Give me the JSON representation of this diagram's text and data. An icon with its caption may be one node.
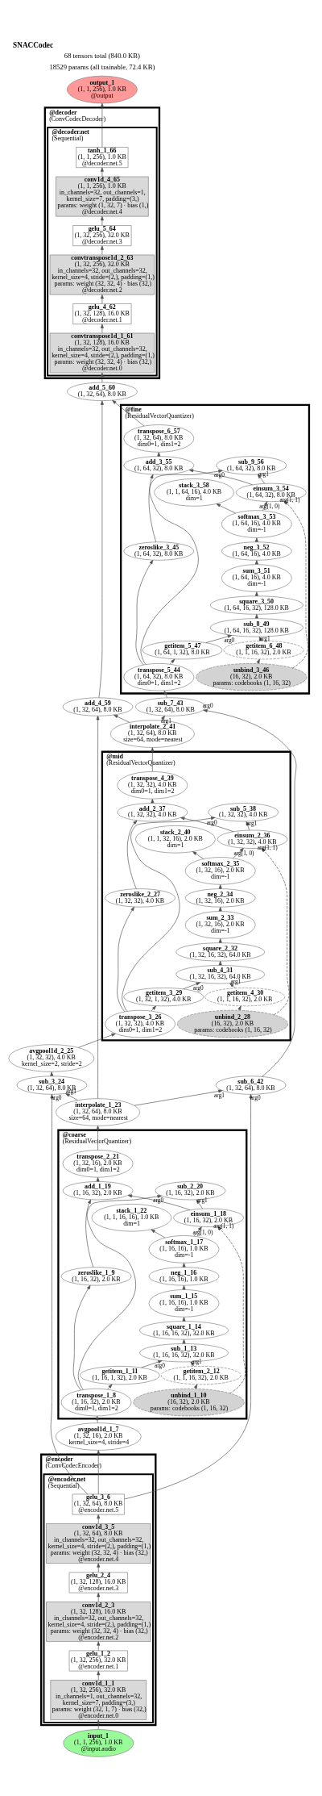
{
  "diagram": {
    "title": "SNACCodec",
    "labels": [
      "68 tensors total (840.0 KB)",
      "18529 params (all trainable, 72.4 KB)"
    ],
    "nodes": [
      {
        "text": [
          "output_1",
          "(1, 1, 256), 1.0 KB",
          "@output"
        ]
      },
      {
        "text": [
          "@decoder",
          "(ConvCodecDecoder)"
        ]
      },
      {
        "text": [
          "@decoder.net",
          "(Sequential)"
        ],
        "in": 1
      },
      {
        "text": [
          "tanh_1_66",
          "(1, 1, 256), 1.0 KB",
          "@decoder.net.5"
        ],
        "in": 2
      },
      {
        "text": [
          "conv1d_4_65",
          "(1, 1, 256), 1.0 KB",
          "in_channels=32, out_channels=1, kernel_size=7, padding=(3,)",
          "params: weight (1, 32, 7) · bias (1,)",
          "@decoder.net.4"
        ],
        "in": 2
      },
      {
        "text": [
          "gelu_5_64",
          "(1, 32, 256), 32.0 KB",
          "@decoder.net.3"
        ],
        "in": 2
      },
      {
        "text": [
          "convtranspose1d_2_63",
          "(1, 32, 256), 32.0 KB",
          "in_channels=32, out_channels=32, kernel_size=4, stride=(2,), padding=(1,)",
          "params: weight (32, 32, 4) · bias (32,)",
          "@decoder.net.2"
        ],
        "in": 2
      },
      {
        "text": [
          "gelu_4_62",
          "(1, 32, 128), 16.0 KB",
          "@decoder.net.1"
        ],
        "in": 2
      },
      {
        "text": [
          "convtranspose1d_1_61",
          "(1, 32, 128), 16.0 KB",
          "in_channels=32, out_channels=32, kernel_size=4, stride=(2,), padding=(1,)",
          "params: weight (32, 32, 4) · bias (32,)",
          "@decoder.net.0"
        ],
        "in": 2
      },
      {
        "text": [
          "add_5_60",
          "(1, 32, 64), 8.0 KB"
        ]
      },
      {
        "text": [
          "@fine",
          "(ResidualVectorQuantizer)"
        ]
      },
      {
        "text": [
          "transpose_6_57",
          "(1, 32, 64), 8.0 KB",
          "dim0=1, dim1=2"
        ],
        "in": 10
      },
      {
        "text": [
          "add_3_55",
          "(1, 64, 32), 8.0 KB"
        ],
        "in": 10
      },
      {
        "text": [
          "sub_9_56",
          "(1, 64, 32), 8.0 KB"
        ],
        "in": 10
      },
      {
        "text": [
          "einsum_3_54",
          "(1, 64, 32), 8.0 KB"
        ],
        "in": 10
      },
      {
        "text": [
          "stack_3_58",
          "(1, 1, 64, 16), 4.0 KB",
          "dim=1"
        ],
        "in": 10
      },
      {
        "text": [
          "softmax_3_53",
          "(1, 64, 16), 4.0 KB",
          "dim=-1"
        ],
        "in": 10
      },
      {
        "text": [
          "neg_3_52",
          "(1, 64, 16), 4.0 KB"
        ],
        "in": 10
      },
      {
        "text": [
          "sum_3_51",
          "(1, 64, 16), 4.0 KB",
          "dim=-1"
        ],
        "in": 10
      },
      {
        "text": [
          "square_3_50",
          "(1, 64, 16, 32), 128.0 KB"
        ],
        "in": 10
      },
      {
        "text": [
          "sub_8_49",
          "(1, 64, 16, 32), 128.0 KB"
        ],
        "in": 10
      },
      {
        "text": [
          "getitem_6_48",
          "(1, 1, 16, 32), 2.0 KB"
        ],
        "in": 10
      },
      {
        "text": [
          "getitem_5_47",
          "(1, 64, 1, 32), 8.0 KB"
        ],
        "in": 10
      },
      {
        "text": [
          "zeroslike_3_45",
          "(1, 64, 32), 8.0 KB"
        ],
        "in": 10
      },
      {
        "text": [
          "unbind_3_46",
          "(16, 32), 2.0 KB",
          "params: codebooks (1, 16, 32)"
        ],
        "in": 10
      },
      {
        "text": [
          "transpose_5_44",
          "(1, 64, 32), 8.0 KB",
          "dim0=1, dim1=2"
        ],
        "in": 10
      },
      {
        "text": [
          "sub_7_43",
          "(1, 32, 64), 8.0 KB"
        ]
      },
      {
        "text": [
          "add_4_59",
          "(1, 32, 64), 8.0 KB"
        ]
      },
      {
        "text": [
          "interpolate_2_41",
          "(1, 32, 64), 8.0 KB",
          "size=64, mode=nearest"
        ]
      },
      {
        "text": [
          "@mid",
          "(ResidualVectorQuantizer)"
        ]
      },
      {
        "text": [
          "transpose_4_39",
          "(1, 32, 32), 4.0 KB",
          "dim0=1, dim1=2"
        ],
        "in": 29
      },
      {
        "text": [
          "sub_5_38",
          "(1, 32, 32), 4.0 KB"
        ],
        "in": 29
      },
      {
        "text": [
          "add_2_37",
          "(1, 32, 32), 4.0 KB"
        ],
        "in": 29
      },
      {
        "text": [
          "einsum_2_36",
          "(1, 32, 32), 4.0 KB"
        ],
        "in": 29
      },
      {
        "text": [
          "stack_2_40",
          "(1, 1, 32, 16), 2.0 KB",
          "dim=1"
        ],
        "in": 29
      },
      {
        "text": [
          "softmax_2_35",
          "(1, 32, 16), 2.0 KB",
          "dim=-1"
        ],
        "in": 29
      },
      {
        "text": [
          "neg_2_34",
          "(1, 32, 16), 2.0 KB"
        ],
        "in": 29
      },
      {
        "text": [
          "sum_2_33",
          "(1, 32, 16), 2.0 KB",
          "dim=-1"
        ],
        "in": 29
      },
      {
        "text": [
          "square_2_32",
          "(1, 32, 16, 32), 64.0 KB"
        ],
        "in": 29
      },
      {
        "text": [
          "sub_4_31",
          "(1, 32, 16, 32), 64.0 KB"
        ],
        "in": 29
      },
      {
        "text": [
          "getitem_4_30",
          "(1, 1, 16, 32), 2.0 KB"
        ],
        "in": 29
      },
      {
        "text": [
          "getitem_3_29",
          "(1, 32, 1, 32), 4.0 KB"
        ],
        "in": 29
      },
      {
        "text": [
          "zeroslike_2_27",
          "(1, 32, 32), 4.0 KB"
        ],
        "in": 29
      },
      {
        "text": [
          "unbind_2_28",
          "(16, 32), 2.0 KB",
          "params: codebooks (1, 16, 32)"
        ],
        "in": 29
      },
      {
        "text": [
          "transpose_3_26",
          "(1, 32, 32), 4.0 KB",
          "dim0=1, dim1=2"
        ],
        "in": 29
      },
      {
        "text": [
          "avgpool1d_2_25",
          "(1, 32, 32), 4.0 KB",
          "kernel_size=2, stride=2"
        ]
      },
      {
        "text": [
          "sub_3_24",
          "(1, 32, 64), 8.0 KB"
        ]
      },
      {
        "text": [
          "sub_6_42",
          "(1, 32, 64), 8.0 KB"
        ]
      },
      {
        "text": [
          "interpolate_1_23",
          "(1, 32, 64), 8.0 KB",
          "size=64, mode=nearest"
        ]
      },
      {
        "text": [
          "@coarse",
          "(ResidualVectorQuantizer)"
        ]
      },
      {
        "text": [
          "transpose_2_21",
          "(1, 32, 16), 2.0 KB",
          "dim0=1, dim1=2"
        ],
        "in": 49
      },
      {
        "text": [
          "sub_2_20",
          "(1, 16, 32), 2.0 KB"
        ],
        "in": 49
      },
      {
        "text": [
          "add_1_19",
          "(1, 16, 32), 2.0 KB"
        ],
        "in": 49
      },
      {
        "text": [
          "einsum_1_18",
          "(1, 16, 32), 2.0 KB"
        ],
        "in": 49
      },
      {
        "text": [
          "stack_1_22",
          "(1, 1, 16, 16), 1.0 KB",
          "dim=1"
        ],
        "in": 49
      },
      {
        "text": [
          "softmax_1_17",
          "(1, 16, 16), 1.0 KB",
          "dim=-1"
        ],
        "in": 49
      },
      {
        "text": [
          "neg_1_16",
          "(1, 16, 16), 1.0 KB"
        ],
        "in": 49
      },
      {
        "text": [
          "sum_1_15",
          "(1, 16, 16), 1.0 KB",
          "dim=-1"
        ],
        "in": 49
      },
      {
        "text": [
          "square_1_14",
          "(1, 16, 16, 32), 32.0 KB"
        ],
        "in": 49
      },
      {
        "text": [
          "sub_1_13",
          "(1, 16, 16, 32), 32.0 KB"
        ],
        "in": 49
      },
      {
        "text": [
          "getitem_2_12",
          "(1, 1, 16, 32), 2.0 KB"
        ],
        "in": 49
      },
      {
        "text": [
          "getitem_1_11",
          "(1, 16, 1, 32), 2.0 KB"
        ],
        "in": 49
      },
      {
        "text": [
          "zeroslike_1_9",
          "(1, 16, 32), 2.0 KB"
        ],
        "in": 49
      },
      {
        "text": [
          "unbind_1_10",
          "(16, 32), 2.0 KB",
          "params: codebooks (1, 16, 32)"
        ],
        "in": 49
      },
      {
        "text": [
          "transpose_1_8",
          "(1, 16, 32), 2.0 KB",
          "dim0=1, dim1=2"
        ],
        "in": 49
      },
      {
        "text": [
          "avgpool1d_1_7",
          "(1, 32, 16), 2.0 KB",
          "kernel_size=4, stride=4"
        ]
      },
      {
        "text": [
          "@encoder",
          "(ConvCodecEncoder)"
        ]
      },
      {
        "text": [
          "@encoder.net",
          "(Sequential)"
        ],
        "in": 66
      },
      {
        "text": [
          "gelu_3_6",
          "(1, 32, 64), 8.0 KB",
          "@encoder.net.5"
        ],
        "in": 67
      },
      {
        "text": [
          "conv1d_3_5",
          "(1, 32, 64), 8.0 KB",
          "in_channels=32, out_channels=32, kernel_size=4, stride=(2,), padding=(1,)",
          "params: weight (32, 32, 4) · bias (32,)",
          "@encoder.net.4"
        ],
        "in": 67
      },
      {
        "text": [
          "gelu_2_4",
          "(1, 32, 128), 16.0 KB",
          "@encoder.net.3"
        ],
        "in": 67
      },
      {
        "text": [
          "conv1d_2_3",
          "(1, 32, 128), 16.0 KB",
          "in_channels=32, out_channels=32, kernel_size=4, stride=(2,), padding=(1,)",
          "params: weight (32, 32, 4) · bias (32,)",
          "@encoder.net.2"
        ],
        "in": 67
      },
      {
        "text": [
          "gelu_1_2",
          "(1, 32, 256), 32.0 KB",
          "@encoder.net.1"
        ],
        "in": 67
      },
      {
        "text": [
          "conv1d_1_1",
          "(1, 32, 256), 32.0 KB",
          "in_channels=1, out_channels=32, kernel_size=7, padding=(3,)",
          "params: weight (32, 1, 7) · bias (32,)",
          "@encoder.net.0"
        ],
        "in": 67
      },
      {
        "text": [
          "input_1",
          "(1, 1, 256), 1.0 KB",
          "@input.audio"
        ]
      }
    ],
    "edges": [
      {
        "from": 74,
        "to": 73,
        "arrow": "to"
      },
      {
        "from": 73,
        "to": 72,
        "arrow": "to"
      },
      {
        "from": 72,
        "to": 71,
        "arrow": "to"
      },
      {
        "from": 71,
        "to": 70,
        "arrow": "to"
      },
      {
        "from": 70,
        "to": 69,
        "arrow": "to"
      },
      {
        "from": 69,
        "to": 68,
        "arrow": "to"
      },
      {
        "from": 68,
        "to": 65,
        "arrow": "to"
      },
      {
        "from": 68,
        "to": 46,
        "arrow": "to",
        "label": "arg0"
      },
      {
        "from": 68,
        "to": 47,
        "arrow": "to",
        "label": "arg0"
      },
      {
        "from": 65,
        "to": 64,
        "arrow": "to"
      },
      {
        "from": 64,
        "to": 61,
        "arrow": "to"
      },
      {
        "from": 64,
        "to": 62,
        "arrow": "to"
      },
      {
        "from": 64,
        "to": 51,
        "arrow": "to",
        "label": "arg0"
      },
      {
        "from": 63,
        "to": 60,
        "arrow": "to",
        "style": "dashed"
      },
      {
        "from": 63,
        "to": 53,
        "arrow": "to",
        "style": "dashed",
        "label": "arg(1, 1)"
      },
      {
        "from": 61,
        "to": 59,
        "arrow": "to",
        "label": "arg0"
      },
      {
        "from": 60,
        "to": 59,
        "arrow": "to",
        "label": "arg1"
      },
      {
        "from": 59,
        "to": 58,
        "arrow": "to"
      },
      {
        "from": 58,
        "to": 57,
        "arrow": "to"
      },
      {
        "from": 57,
        "to": 56,
        "arrow": "to"
      },
      {
        "from": 56,
        "to": 55,
        "arrow": "to"
      },
      {
        "from": 55,
        "to": 53,
        "arrow": "to",
        "label": "arg(1, 0)"
      },
      {
        "from": 55,
        "to": 54,
        "arrow": "to"
      },
      {
        "from": 53,
        "to": 51,
        "arrow": "to",
        "label": "arg1"
      },
      {
        "from": 53,
        "to": 52,
        "arrow": "to"
      },
      {
        "from": 62,
        "to": 52,
        "arrow": "to"
      },
      {
        "from": 52,
        "to": 50,
        "arrow": "to"
      },
      {
        "from": 50,
        "to": 48,
        "arrow": "to"
      },
      {
        "from": 48,
        "to": 46,
        "arrow": "to",
        "label": "arg1"
      },
      {
        "from": 48,
        "to": 47,
        "arrow": "to",
        "label": "arg1"
      },
      {
        "from": 48,
        "to": 27,
        "arrow": "to"
      },
      {
        "from": 46,
        "to": 45,
        "arrow": "to"
      },
      {
        "from": 45,
        "to": 44,
        "arrow": "to"
      },
      {
        "from": 44,
        "to": 41,
        "arrow": "to"
      },
      {
        "from": 44,
        "to": 42,
        "arrow": "to"
      },
      {
        "from": 44,
        "to": 31,
        "arrow": "to",
        "label": "arg0"
      },
      {
        "from": 43,
        "to": 40,
        "arrow": "to",
        "style": "dashed"
      },
      {
        "from": 43,
        "to": 33,
        "arrow": "to",
        "style": "dashed",
        "label": "arg(1, 1)"
      },
      {
        "from": 41,
        "to": 39,
        "arrow": "to",
        "label": "arg0"
      },
      {
        "from": 40,
        "to": 39,
        "arrow": "to",
        "label": "arg1"
      },
      {
        "from": 39,
        "to": 38,
        "arrow": "to"
      },
      {
        "from": 38,
        "to": 37,
        "arrow": "to"
      },
      {
        "from": 37,
        "to": 36,
        "arrow": "to"
      },
      {
        "from": 36,
        "to": 35,
        "arrow": "to"
      },
      {
        "from": 35,
        "to": 33,
        "arrow": "to",
        "label": "arg(1, 0)"
      },
      {
        "from": 35,
        "to": 34,
        "arrow": "to"
      },
      {
        "from": 33,
        "to": 31,
        "arrow": "to",
        "label": "arg1"
      },
      {
        "from": 33,
        "to": 32,
        "arrow": "to"
      },
      {
        "from": 42,
        "to": 32,
        "arrow": "to"
      },
      {
        "from": 32,
        "to": 30,
        "arrow": "to"
      },
      {
        "from": 30,
        "to": 28,
        "arrow": "to"
      },
      {
        "from": 28,
        "to": 27,
        "arrow": "to"
      },
      {
        "from": 28,
        "to": 26,
        "arrow": "to",
        "label": "arg1"
      },
      {
        "from": 47,
        "to": 26,
        "arrow": "to",
        "label": "arg0"
      },
      {
        "from": 26,
        "to": 25,
        "arrow": "to"
      },
      {
        "from": 25,
        "to": 22,
        "arrow": "to"
      },
      {
        "from": 25,
        "to": 23,
        "arrow": "to"
      },
      {
        "from": 25,
        "to": 13,
        "arrow": "to",
        "label": "arg0"
      },
      {
        "from": 24,
        "to": 21,
        "arrow": "to",
        "style": "dashed"
      },
      {
        "from": 24,
        "to": 14,
        "arrow": "to",
        "style": "dashed",
        "label": "arg(1, 1)"
      },
      {
        "from": 22,
        "to": 20,
        "arrow": "to",
        "label": "arg0"
      },
      {
        "from": 21,
        "to": 20,
        "arrow": "to",
        "label": "arg1"
      },
      {
        "from": 20,
        "to": 19,
        "arrow": "to"
      },
      {
        "from": 19,
        "to": 18,
        "arrow": "to"
      },
      {
        "from": 18,
        "to": 17,
        "arrow": "to"
      },
      {
        "from": 17,
        "to": 16,
        "arrow": "to"
      },
      {
        "from": 16,
        "to": 14,
        "arrow": "to",
        "label": "arg(1, 0)"
      },
      {
        "from": 16,
        "to": 15,
        "arrow": "to"
      },
      {
        "from": 14,
        "to": 13,
        "arrow": "to",
        "label": "arg1"
      },
      {
        "from": 14,
        "to": 12,
        "arrow": "to"
      },
      {
        "from": 23,
        "to": 12,
        "arrow": "to"
      },
      {
        "from": 12,
        "to": 11,
        "arrow": "to"
      },
      {
        "from": 11,
        "to": 9,
        "arrow": "to"
      },
      {
        "from": 27,
        "to": 9,
        "arrow": "to"
      },
      {
        "from": 9,
        "to": 8,
        "arrow": "to"
      },
      {
        "from": 8,
        "to": 7,
        "arrow": "to"
      },
      {
        "from": 7,
        "to": 6,
        "arrow": "to"
      },
      {
        "from": 6,
        "to": 5,
        "arrow": "to"
      },
      {
        "from": 5,
        "to": 4,
        "arrow": "to"
      },
      {
        "from": 4,
        "to": 3,
        "arrow": "to"
      },
      {
        "from": 3,
        "to": 0,
        "arrow": "to"
      }
    ]
  }
}
